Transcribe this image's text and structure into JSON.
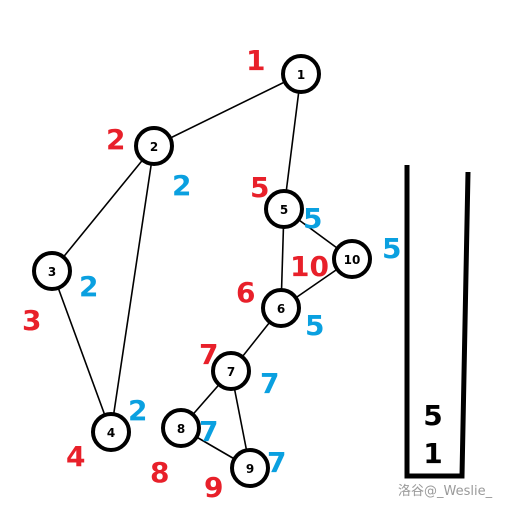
{
  "graph": {
    "nodes": [
      {
        "id": "1",
        "label": "1"
      },
      {
        "id": "2",
        "label": "2"
      },
      {
        "id": "3",
        "label": "3"
      },
      {
        "id": "4",
        "label": "4"
      },
      {
        "id": "5",
        "label": "5"
      },
      {
        "id": "6",
        "label": "6"
      },
      {
        "id": "7",
        "label": "7"
      },
      {
        "id": "8",
        "label": "8"
      },
      {
        "id": "9",
        "label": "9"
      },
      {
        "id": "10",
        "label": "10"
      }
    ],
    "edges": [
      [
        "1",
        "2"
      ],
      [
        "1",
        "5"
      ],
      [
        "2",
        "3"
      ],
      [
        "2",
        "4"
      ],
      [
        "3",
        "4"
      ],
      [
        "5",
        "6"
      ],
      [
        "5",
        "10"
      ],
      [
        "6",
        "10"
      ],
      [
        "6",
        "7"
      ],
      [
        "7",
        "8"
      ],
      [
        "7",
        "9"
      ],
      [
        "8",
        "9"
      ]
    ],
    "red_labels": [
      {
        "node": "1",
        "text": "1"
      },
      {
        "node": "2",
        "text": "2"
      },
      {
        "node": "3",
        "text": "3"
      },
      {
        "node": "4",
        "text": "4"
      },
      {
        "node": "5",
        "text": "5"
      },
      {
        "node": "6",
        "text": "6"
      },
      {
        "node": "7",
        "text": "7"
      },
      {
        "node": "8",
        "text": "8"
      },
      {
        "node": "9",
        "text": "9"
      },
      {
        "node": "10",
        "text": "10"
      }
    ],
    "blue_labels": [
      {
        "node": "2",
        "text": "2"
      },
      {
        "node": "3",
        "text": "2"
      },
      {
        "node": "4",
        "text": "2"
      },
      {
        "node": "5",
        "text": "5"
      },
      {
        "node": "10",
        "text": "5"
      },
      {
        "node": "6",
        "text": "5"
      },
      {
        "node": "7",
        "text": "7"
      },
      {
        "node": "8",
        "text": "7"
      },
      {
        "node": "9",
        "text": "7"
      }
    ],
    "colors": {
      "red": "#e8202a",
      "blue": "#0aa0e0",
      "stroke": "#000000"
    }
  },
  "stack": {
    "items_top_to_bottom": [
      "5",
      "1"
    ]
  },
  "watermark": "洛谷@_Weslie_"
}
